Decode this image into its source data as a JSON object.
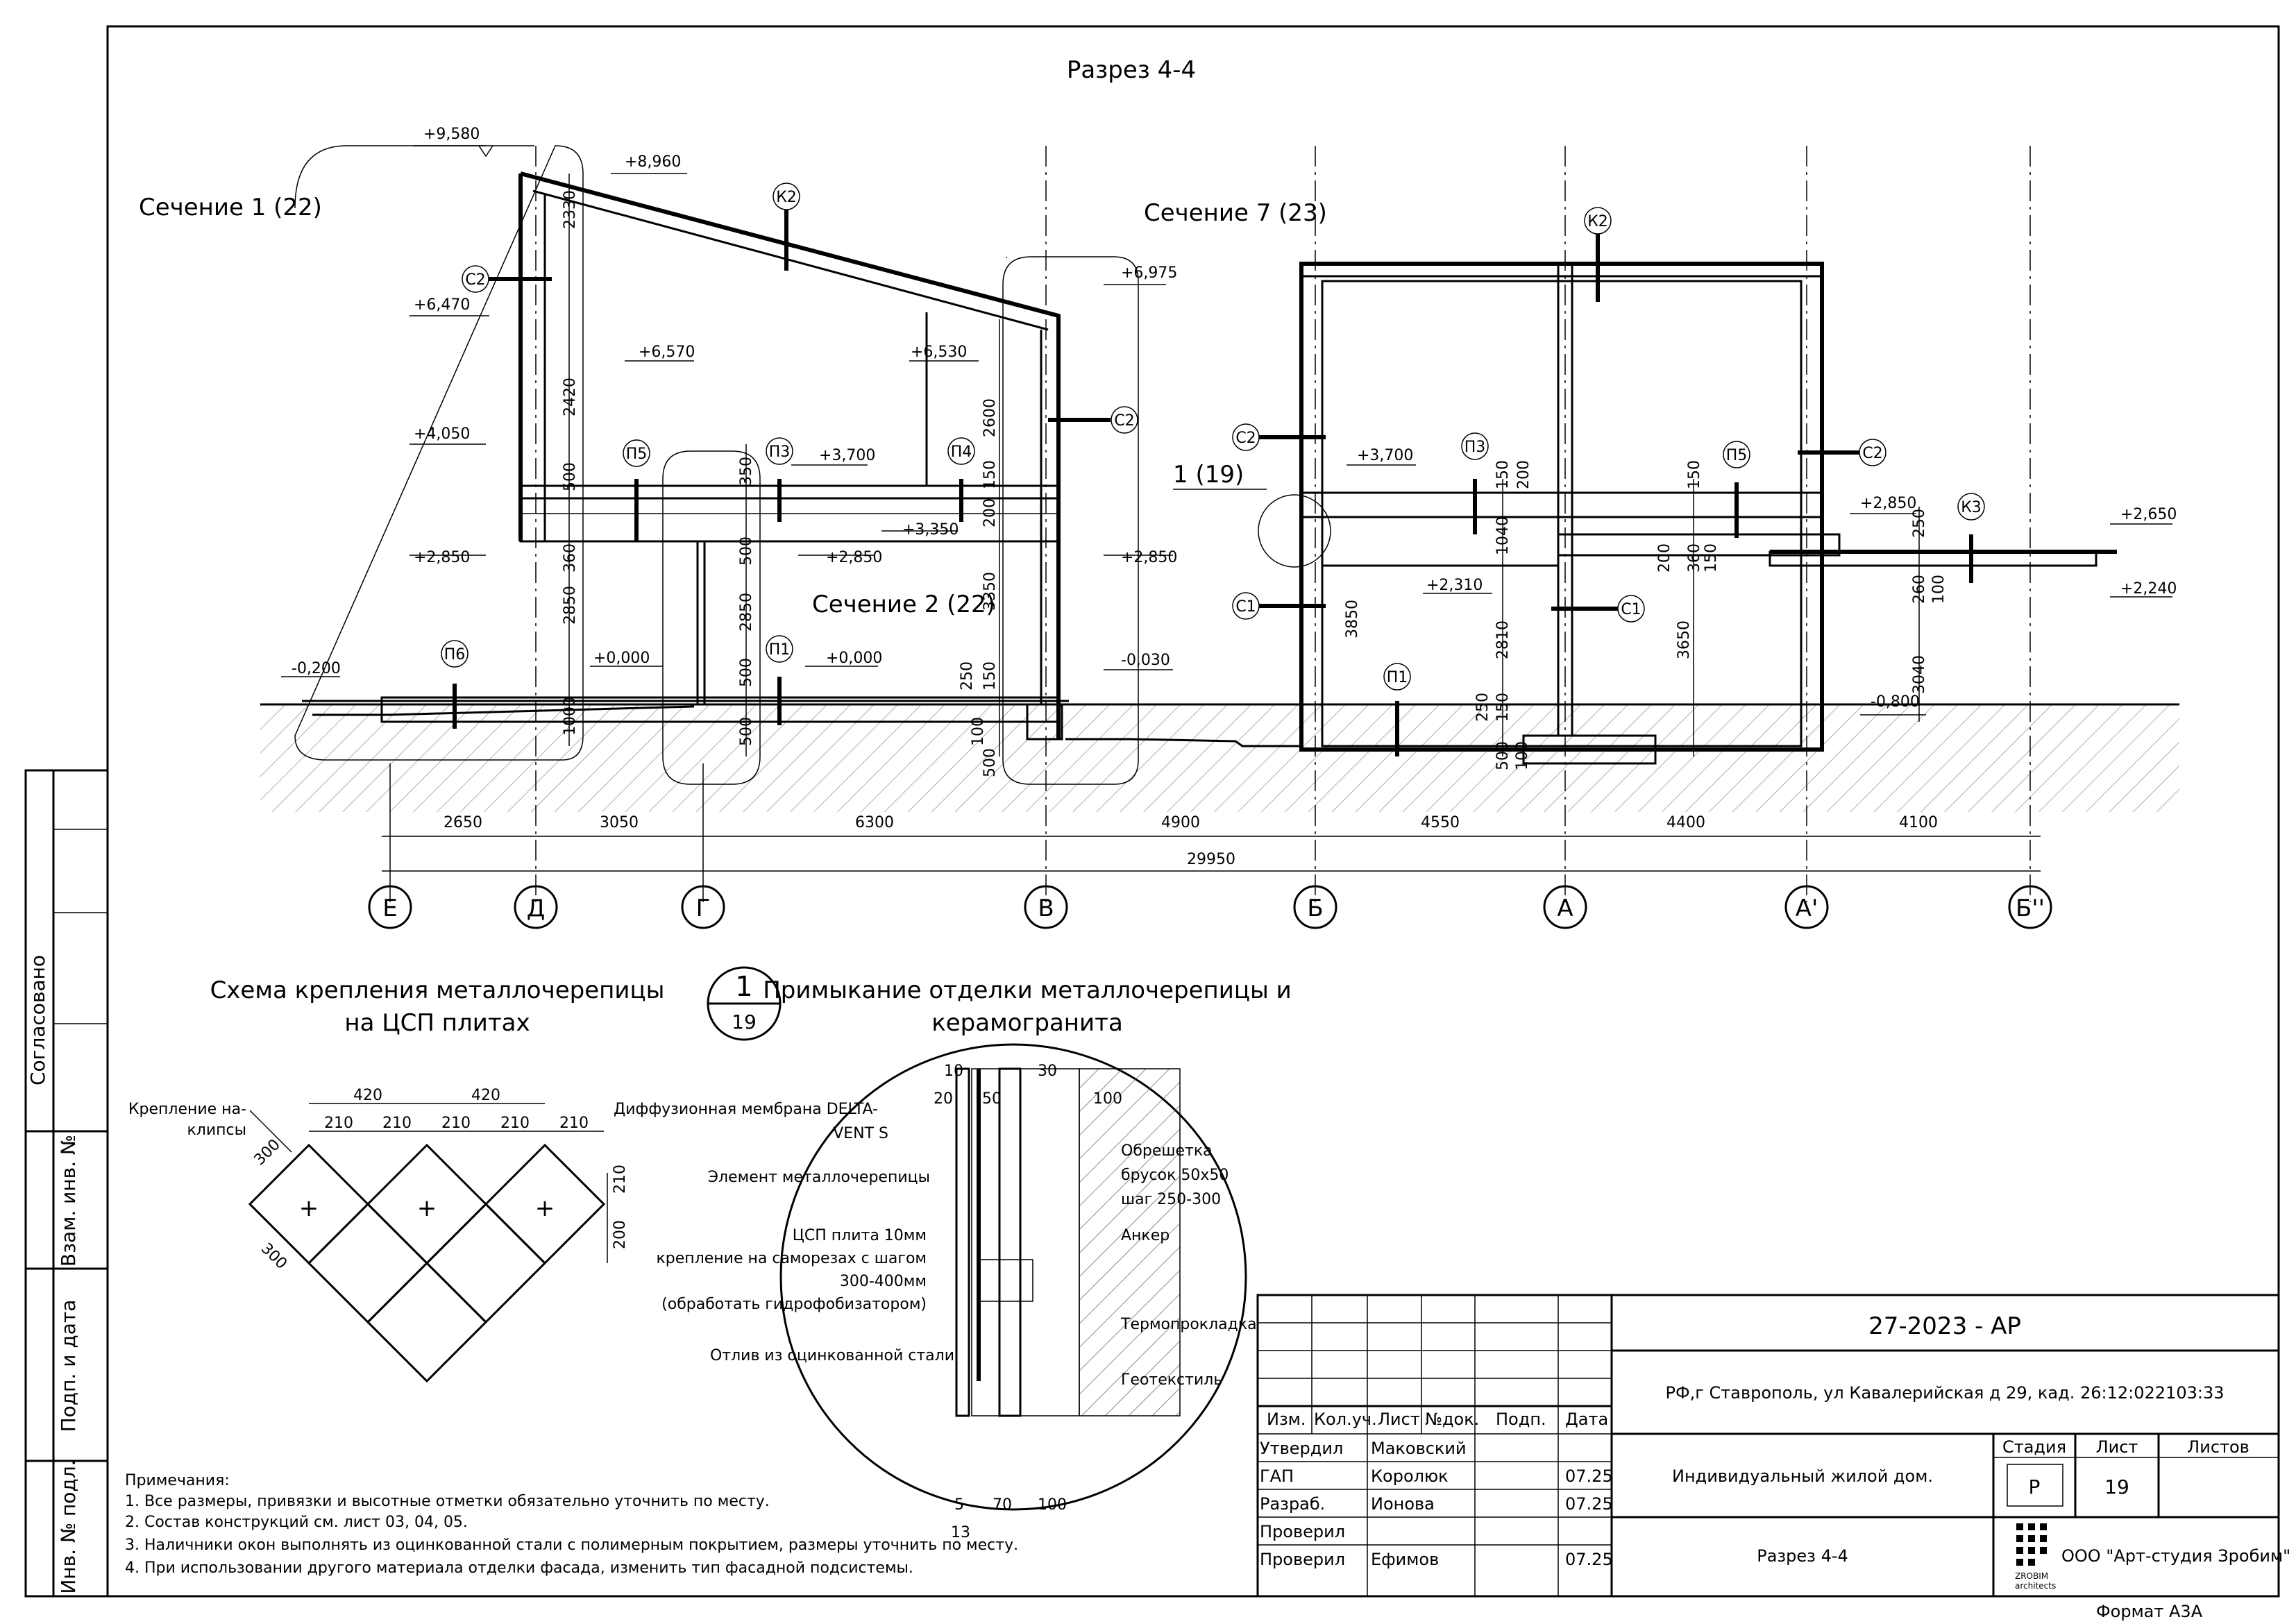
{
  "sheet": {
    "title": "Разрез 4-4",
    "format": "Формат А3А"
  },
  "section_labels": {
    "s1": "Сечение 1 (22)",
    "s7": "Сечение 7 (23)",
    "s2": "Сечение 2 (22)",
    "n1_19": "1 (19)"
  },
  "elevations": [
    "+9,580",
    "+8,960",
    "+6,975",
    "+6,470",
    "+6,570",
    "+6,530",
    "+4,050",
    "+3,700",
    "+3,350",
    "+2,850",
    "+2,850",
    "+2,850",
    "+0,000",
    "+0,000",
    "-0,200",
    "-0,030",
    "+3,700",
    "+2,310",
    "+2,850",
    "+2,650",
    "+2,240",
    "-0,800"
  ],
  "tags": [
    "К2",
    "К2",
    "С2",
    "С2",
    "С2",
    "С2",
    "С1",
    "С1",
    "П5",
    "П3",
    "П4",
    "П6",
    "П1",
    "П3",
    "П5",
    "П1",
    "К3"
  ],
  "dims_vertical": [
    "2330",
    "2420",
    "500",
    "350",
    "360",
    "2850",
    "1000",
    "500",
    "2850",
    "500",
    "500",
    "2600",
    "150",
    "200",
    "3350",
    "250",
    "150",
    "100",
    "500",
    "150",
    "200",
    "1040",
    "2810",
    "250",
    "150",
    "500",
    "100",
    "3850",
    "3650",
    "200",
    "360",
    "150",
    "150",
    "250",
    "260",
    "100",
    "3040"
  ],
  "axes": {
    "labels": [
      "Е",
      "Д",
      "Г",
      "В",
      "Б",
      "А",
      "А'",
      "Б''"
    ],
    "spans": [
      "2650",
      "3050",
      "6300",
      "4900",
      "4550",
      "4400",
      "4100"
    ],
    "total": "29950"
  },
  "detail_left": {
    "title_line1": "Схема крепления металлочерепицы",
    "title_line2": "на ЦСП плитах",
    "clip_label": "Крепление на-\nклипсы",
    "clip_l1": "Крепление на-",
    "clip_l2": "клипсы",
    "dims": [
      "420",
      "420",
      "210",
      "210",
      "210",
      "210",
      "210",
      "300",
      "300",
      "210",
      "200"
    ]
  },
  "detail_right": {
    "num": "1",
    "sheet": "19",
    "title_line1": "Примыкание отделки металлочерепицы и",
    "title_line2": "керамогранита",
    "notes": [
      "Диффузионная мембрана DELTA-",
      "VENT S",
      "Элемент металлочерепицы",
      "ЦСП плита 10мм",
      "крепление на саморезах с шагом",
      "300-400мм",
      "(обработать гидрофобизатором)",
      "Отлив из оцинкованной стали",
      "Обрешетка",
      "брусок 50х50",
      "шаг 250-300",
      "Анкер",
      "Термопрокладка",
      "Геотекстиль"
    ],
    "dims": [
      "10",
      "20",
      "50",
      "30",
      "100",
      "5",
      "70",
      "100",
      "13"
    ]
  },
  "notes": {
    "heading": "Примечания:",
    "items": [
      "1. Все размеры, привязки и высотные отметки обязательно уточнить по месту.",
      "2. Состав конструкций см. лист  03, 04, 05.",
      "3. Наличники окон выполнять из оцинкованной стали с полимерным покрытием, размеры уточнить по месту.",
      "4. При использовании другого материала отделки фасада, изменить тип фасадной подсистемы."
    ]
  },
  "side_stamp": [
    "Согласовано",
    "Взам. инв. №",
    "Подп. и дата",
    "Инв. № подл."
  ],
  "title_block": {
    "code": "27-2023 - АР",
    "address": "РФ,г Ставрополь, ул Кавалерийская д 29, кад. 26:12:022103:33",
    "object": "Индивидуальный жилой дом.",
    "sheet_name": "Разрез 4-4",
    "org": "ООО \"Арт-студия Зробим\"",
    "logo_text": "ZROBIM\narchitects",
    "logo_l1": "ZROBIM",
    "logo_l2": "architects",
    "headers": [
      "Изм.",
      "Кол.уч.",
      "Лист",
      "№док.",
      "Подп.",
      "Дата"
    ],
    "stage_headers": [
      "Стадия",
      "Лист",
      "Листов"
    ],
    "stage": "Р",
    "sheet_no": "19",
    "sheets_total": "",
    "people": [
      {
        "role": "Утвердил",
        "name": "Маковский",
        "date": ""
      },
      {
        "role": "ГАП",
        "name": "Королюк",
        "date": "07.25"
      },
      {
        "role": "Разраб.",
        "name": "Ионова",
        "date": "07.25"
      },
      {
        "role": "Проверил",
        "name": "",
        "date": ""
      },
      {
        "role": "Проверил",
        "name": "Ефимов",
        "date": "07.25"
      }
    ]
  }
}
